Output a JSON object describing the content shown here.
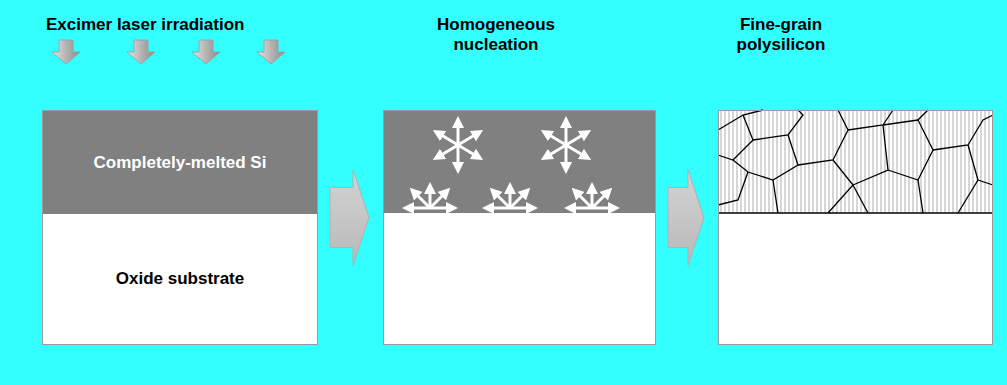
{
  "diagram": {
    "nodes": [
      {
        "text": [
          "Excimer laser irradiation"
        ]
      },
      {
        "text": [
          "Completely-melted Si"
        ],
        "in": 0
      },
      {
        "text": [
          "Oxide substrate"
        ],
        "in": 0
      },
      {
        "text": [
          "Homogeneous nucleation"
        ]
      },
      {
        "text": [
          "Fine-grain polysilicon"
        ]
      }
    ],
    "edges": [
      {
        "from": 0,
        "to": 3,
        "arrow": "to"
      },
      {
        "from": 3,
        "to": 4,
        "arrow": "to"
      }
    ]
  }
}
